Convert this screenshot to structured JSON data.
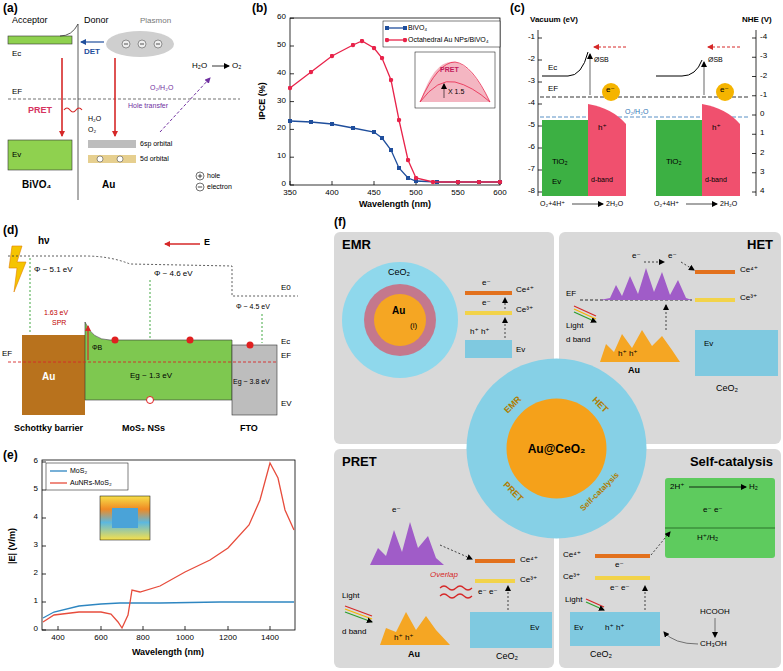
{
  "diagram": {
    "nodes": [
      {
        "text": [
          "EMR"
        ]
      },
      {
        "text": [
          "HET"
        ]
      },
      {
        "text": [
          "PRET"
        ]
      },
      {
        "text": [
          "Self-catalysis"
        ]
      },
      {
        "text": [
          "Au@CeO₂",
          "EMR",
          "HET",
          "PRET",
          "Self-catalysis"
        ]
      },
      {
        "text": [
          "2H⁺",
          "H₂",
          "e⁻ e⁻",
          "H⁺/H₂"
        ],
        "in": 3
      }
    ],
    "labels": [
      "(a)",
      "(b)",
      "(c)",
      "(d)",
      "(e)",
      "(f)",
      "Acceptor",
      "Donor",
      "Plasmon",
      "DET",
      "Ec",
      "EF",
      "PRET",
      "Hole transfer",
      "H₂O",
      "O₂",
      "O₂/H₂O",
      "H₂O",
      "O₂",
      "Ev",
      "BiVO₄",
      "6sp orbital",
      "5d orbital",
      "Au",
      "0",
      "10",
      "20",
      "30",
      "40",
      "50",
      "60",
      "350",
      "400",
      "450",
      "500",
      "550",
      "600",
      "IPCE (%)",
      "Wavelength (nm)",
      "PRET",
      "X 1.5",
      "Vacuum (eV)",
      "NHE (V)",
      "-1",
      "-2",
      "-3",
      "-4",
      "-5",
      "-6",
      "-7",
      "-8",
      "-4",
      "-3",
      "-2",
      "-1",
      "0",
      "1",
      "2",
      "3",
      "4",
      "Ec",
      "EF",
      "ØSB",
      "e⁻",
      "h⁺",
      "O₂/H₂O",
      "TiO₂",
      "d-band",
      "Ev",
      "O₂+4H⁺",
      "2H₂O",
      "ØSB",
      "e⁻",
      "h⁺",
      "TiO₂",
      "d-band",
      "O₂+4H⁺",
      "2H₂O",
      "hν",
      "E",
      "Φ ~ 5.1 eV",
      "1.63 eV",
      "SPR",
      "ΦB",
      "Φ ~ 4.6 eV",
      "Φ ~ 4.5 eV",
      "E0",
      "EF",
      "Ec",
      "EF",
      "Eg ~ 1.3 eV",
      "Eg ~ 3.8 eV",
      "EV",
      "Au",
      "Schottky barrier",
      "MoS₂ NSs",
      "FTO",
      "0",
      "1",
      "2",
      "3",
      "4",
      "5",
      "6",
      "400",
      "600",
      "800",
      "1000",
      "1200",
      "1400",
      "|E| (V/m)",
      "Wavelength (nm)",
      "CeO₂",
      "Au",
      "(i)",
      "e⁻",
      "Ce⁴⁺",
      "e⁻",
      "Ce³⁺",
      "h⁺ h⁺",
      "Ev",
      "e⁻",
      "e⁻",
      "Ce⁴⁺",
      "EF",
      "Ce³⁺",
      "Light",
      "d band",
      "h⁺ h⁺",
      "Ev",
      "Au",
      "CeO₂",
      "e⁻",
      "Ce⁴⁺",
      "Ce³⁺",
      "e⁻ e⁻",
      "Overlap",
      "Light",
      "d band",
      "h⁺ h⁺",
      "Ev",
      "Au",
      "CeO₂",
      "Ce⁴⁺",
      "e⁻",
      "Ce³⁺",
      "e⁻ e⁻",
      "Light",
      "Ev",
      "h⁺ h⁺",
      "HCOOH",
      "CH₃OH",
      "CeO₂"
    ],
    "legend": [
      {
        "text": "hole"
      },
      {
        "text": "electron"
      },
      {
        "text": "BiVO₄"
      },
      {
        "text": "Octahedral Au NPs/BiVO₄"
      },
      {
        "text": "MoS₂"
      },
      {
        "text": "AuNRs-MoS₂"
      }
    ]
  }
}
